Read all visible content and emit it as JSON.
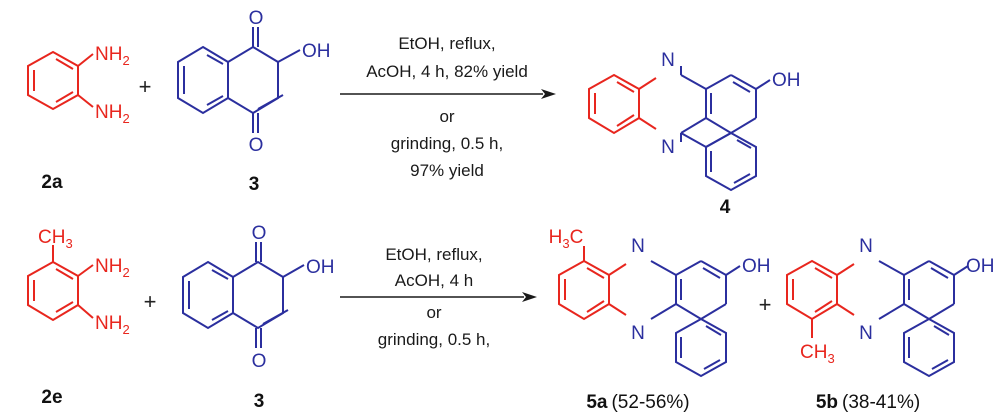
{
  "colors": {
    "red": "#e8261e",
    "blue": "#2b2f9e",
    "black": "#1a1a1a"
  },
  "atoms": {
    "nh2": "NH",
    "oh": "OH",
    "o": "O",
    "n": "N",
    "ch3": "CH",
    "h3c_h": "H",
    "h3c_c": "C",
    "two": "2",
    "three": "3"
  },
  "reaction1": {
    "reactant1_id": "2a",
    "reactant2_id": "3",
    "product_id": "4",
    "plus": "+",
    "conditions_above": [
      "EtOH, reflux,",
      "AcOH, 4 h, 82% yield"
    ],
    "conditions_below": [
      "or",
      "grinding, 0.5 h,",
      "97% yield"
    ]
  },
  "reaction2": {
    "reactant1_id": "2e",
    "reactant2_id": "3",
    "plus": "+",
    "conditions_above": [
      "EtOH, reflux,",
      "AcOH, 4 h"
    ],
    "conditions_below": [
      "or",
      "grinding, 0.5 h,"
    ],
    "product_a_id": "5a",
    "product_a_yield": "(52-56%)",
    "product_b_id": "5b",
    "product_b_yield": "(38-41%)",
    "products_plus": "+"
  }
}
